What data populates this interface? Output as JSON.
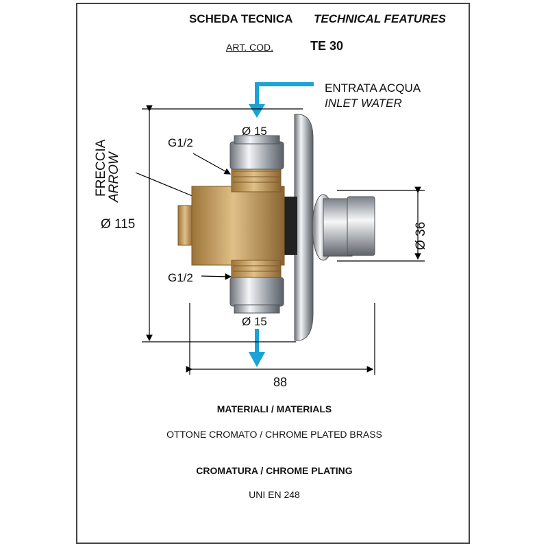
{
  "header": {
    "title_it": "SCHEDA TECNICA",
    "title_en": "TECHNICAL FEATURES",
    "art_label": "ART. COD.",
    "art_code": "TE 30"
  },
  "drawing": {
    "inlet_it": "ENTRATA ACQUA",
    "inlet_en": "INLET WATER",
    "arrow_it": "FRECCIA",
    "arrow_en": "ARROW",
    "thread_top": "G1/2",
    "thread_bottom": "G1/2",
    "dia_top": "Ø 15",
    "dia_bottom": "Ø 15",
    "height": "Ø 115",
    "button_dia": "Ø 36",
    "depth": "88",
    "colors": {
      "arrow_blue": "#1aa3d6",
      "brass": "#c39a58",
      "chrome": "#c8ccd2"
    }
  },
  "materials": {
    "title": "MATERIALI / MATERIALS",
    "value": "OTTONE CROMATO / CHROME PLATED BRASS"
  },
  "plating": {
    "title": "CROMATURA / CHROME PLATING",
    "value": "UNI EN 248"
  }
}
